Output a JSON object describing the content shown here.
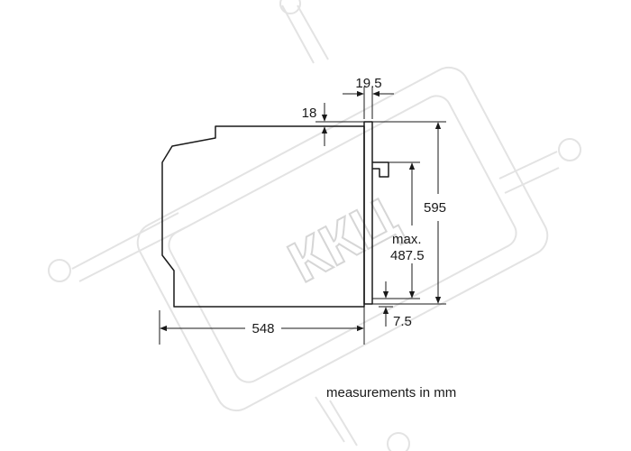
{
  "colors": {
    "line": "#1a1a1a",
    "watermark": "#e3e3e3",
    "background": "#ffffff"
  },
  "watermark": {
    "text": "ККЦ"
  },
  "dimensions": {
    "top_offset": "19.5",
    "upper_gap": "18",
    "height": "595",
    "max_opening_label": "max.",
    "max_opening_value": "487.5",
    "depth": "548",
    "bottom_gap": "7.5"
  },
  "caption": "measurements in mm"
}
